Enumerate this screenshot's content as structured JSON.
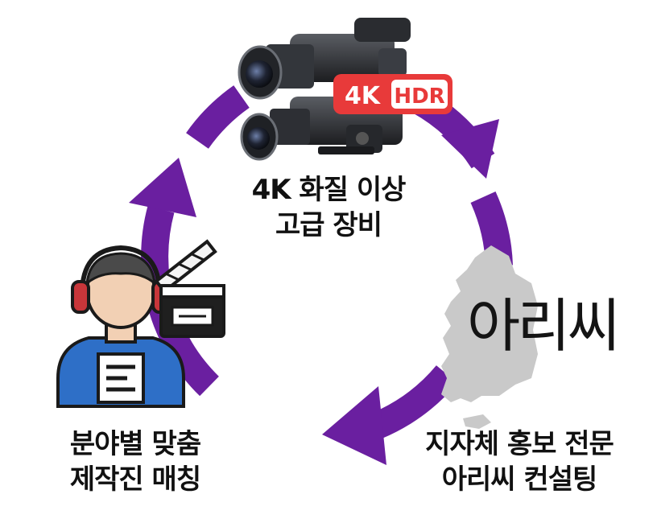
{
  "cycle": {
    "stages": [
      {
        "id": "equipment",
        "lines": [
          "4K 화질 이상",
          "고급 장비"
        ]
      },
      {
        "id": "consulting",
        "lines": [
          "지자체 홍보 전문",
          "아리씨 컨설팅"
        ]
      },
      {
        "id": "matching",
        "lines": [
          "분야별 맞춤",
          "제작진 매칭"
        ]
      }
    ],
    "badge": {
      "part1": "4K",
      "part2": "HDR"
    },
    "brand_text": "아리씨"
  },
  "colors": {
    "arrow": "#6a1fa0",
    "badge_red": "#e83a3a",
    "map_gray": "#c9c9c9",
    "shirt_blue": "#2e6fc7",
    "headphone_red": "#c8363a",
    "skin": "#f2d0b4"
  },
  "icons": [
    "video-camera-icon",
    "korea-map-icon",
    "producer-icon",
    "clapperboard-icon"
  ]
}
